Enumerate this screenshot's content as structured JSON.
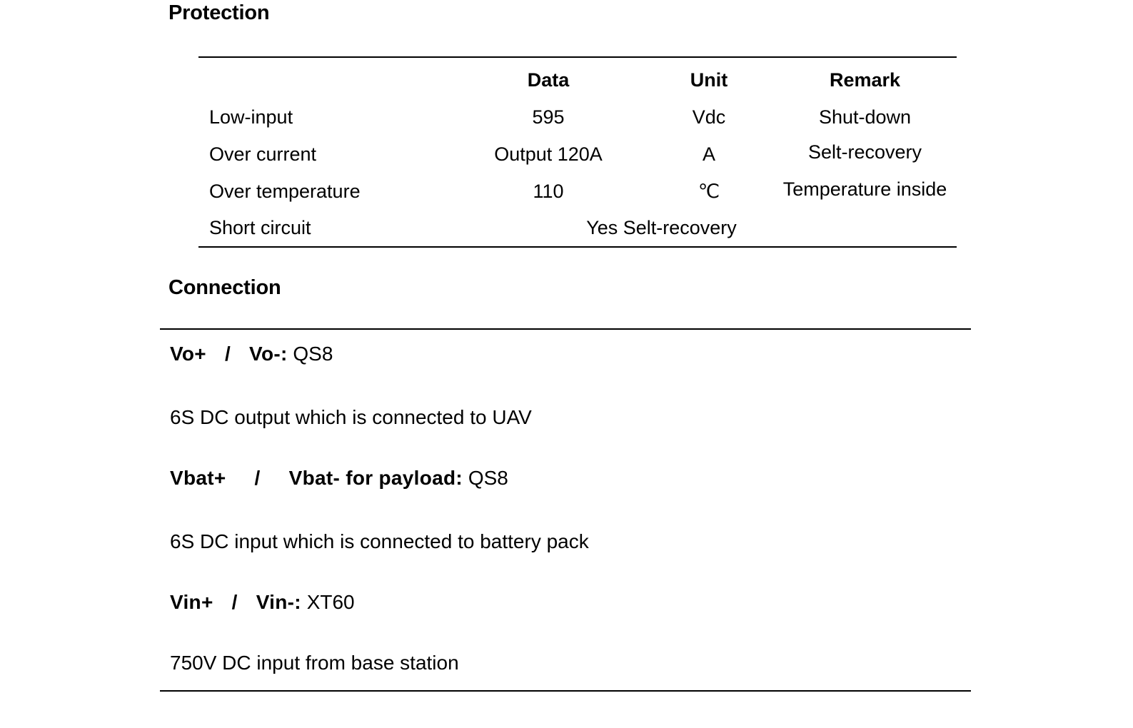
{
  "document": {
    "sections": [
      {
        "id": "protection",
        "heading": "Protection"
      },
      {
        "id": "connection",
        "heading": "Connection"
      }
    ]
  },
  "protection": {
    "heading": "Protection",
    "columns": [
      "",
      "Data",
      "Unit",
      "Remark"
    ],
    "headers": {
      "item": "",
      "data": "Data",
      "unit": "Unit",
      "remark": "Remark"
    },
    "rows": [
      {
        "item": "Low-input",
        "data": "595",
        "unit": "Vdc",
        "remark": "Shut-down"
      },
      {
        "item": "Over current",
        "data": "Output 120A",
        "unit": "A",
        "remark": "Selt-recovery"
      },
      {
        "item": "Over temperature",
        "data": "110",
        "unit": "℃",
        "remark": "Temperature inside"
      }
    ],
    "merged_row": {
      "item": "Short circuit",
      "spanned_text": "Yes Selt-recovery"
    }
  },
  "connection": {
    "heading": "Connection",
    "entries": [
      {
        "label_bold": "Vo+",
        "separator": "/",
        "label_bold_2": "Vo-:",
        "connector_type": "QS8",
        "description": "6S DC output which is connected to UAV"
      },
      {
        "label_bold": "Vbat+",
        "separator": "/",
        "label_bold_2": "Vbat- for payload:",
        "connector_type": "QS8",
        "description": "6S DC input which is connected to battery pack"
      },
      {
        "label_bold": "Vin+",
        "separator": "/",
        "label_bold_2": "Vin-:",
        "connector_type": "XT60",
        "description": "750V DC input from base station"
      }
    ]
  }
}
